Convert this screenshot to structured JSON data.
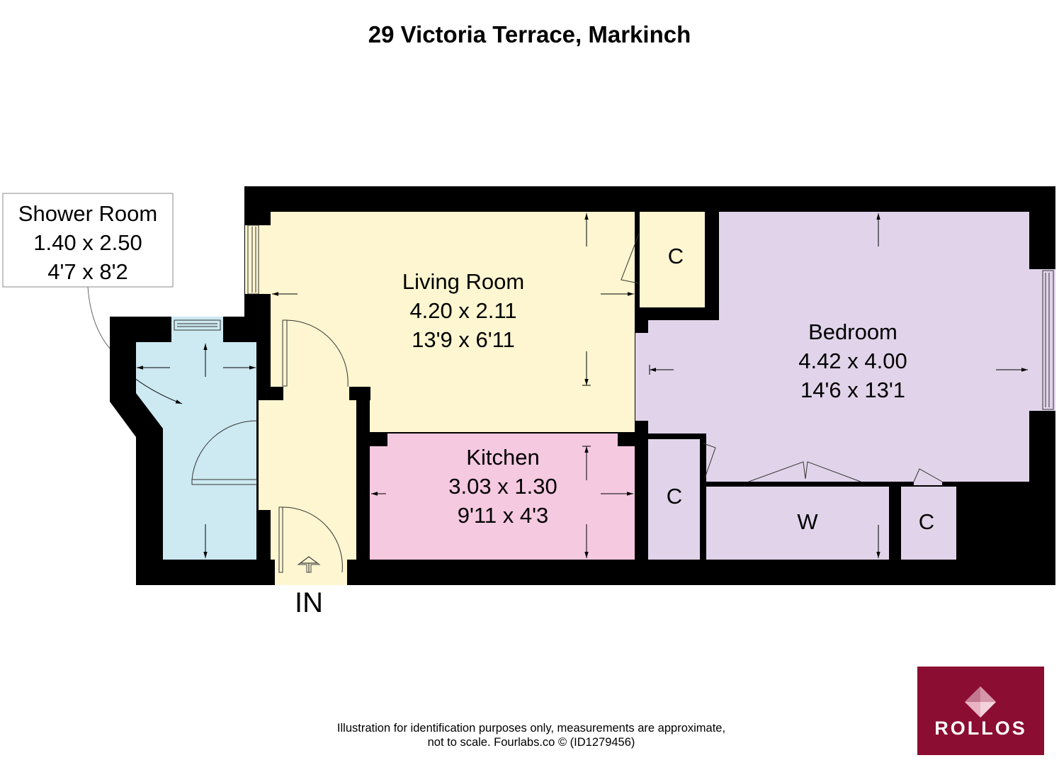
{
  "header": {
    "title": "29 Victoria Terrace, Markinch"
  },
  "colors": {
    "wall": "#000000",
    "living": "#fdf6d0",
    "kitchen": "#f5c9e0",
    "bedroom": "#e1d4ea",
    "shower": "#cde9f2",
    "logo_bg": "#8b0d32"
  },
  "rooms": {
    "shower_room": {
      "name": "Shower Room",
      "metric": "1.40 x 2.50",
      "imperial": "4'7 x 8'2"
    },
    "living_room": {
      "name": "Living Room",
      "metric": "4.20 x 2.11",
      "imperial": "13'9 x 6'11"
    },
    "kitchen": {
      "name": "Kitchen",
      "metric": "3.03 x 1.30",
      "imperial": "9'11 x 4'3"
    },
    "bedroom": {
      "name": "Bedroom",
      "metric": "4.42 x 4.00",
      "imperial": "14'6 x 13'1"
    },
    "cupboard_living": {
      "label": "C"
    },
    "cupboard_bed_left": {
      "label": "C"
    },
    "wardrobe": {
      "label": "W"
    },
    "cupboard_bed_right": {
      "label": "C"
    }
  },
  "entrance": {
    "label": "IN"
  },
  "footer": {
    "line1": "Illustration for identification purposes only, measurements are approximate,",
    "line2": "not to scale. Fourlabs.co © (ID1279456)"
  },
  "logo": {
    "text": "ROLLOS"
  }
}
